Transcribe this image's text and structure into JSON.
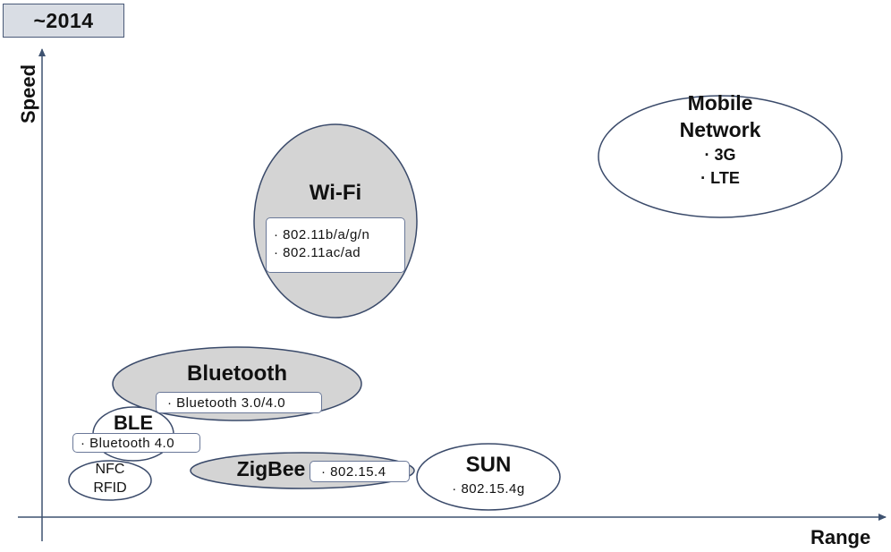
{
  "header": {
    "year": "~2014"
  },
  "axes": {
    "y_label": "Speed",
    "x_label": "Range"
  },
  "technologies": {
    "mobile": {
      "title_line1": "Mobile",
      "title_line2": "Network",
      "items": [
        "· 3G",
        "· LTE"
      ]
    },
    "wifi": {
      "title": "Wi-Fi",
      "items": [
        "· 802.11b/a/g/n",
        "· 802.11ac/ad"
      ]
    },
    "bluetooth": {
      "title": "Bluetooth",
      "items": [
        "· Bluetooth 3.0/4.0"
      ]
    },
    "ble": {
      "title": "BLE",
      "items": [
        "· Bluetooth 4.0"
      ]
    },
    "nfc": {
      "line1": "NFC",
      "line2": "RFID"
    },
    "zigbee": {
      "title": "ZigBee",
      "items": [
        "· 802.15.4"
      ]
    },
    "sun": {
      "title": "SUN",
      "items": [
        "· 802.15.4g"
      ]
    }
  },
  "colors": {
    "filled": "#d4d4d4",
    "outline": "#3a4a6a",
    "axis": "#3e5270"
  }
}
